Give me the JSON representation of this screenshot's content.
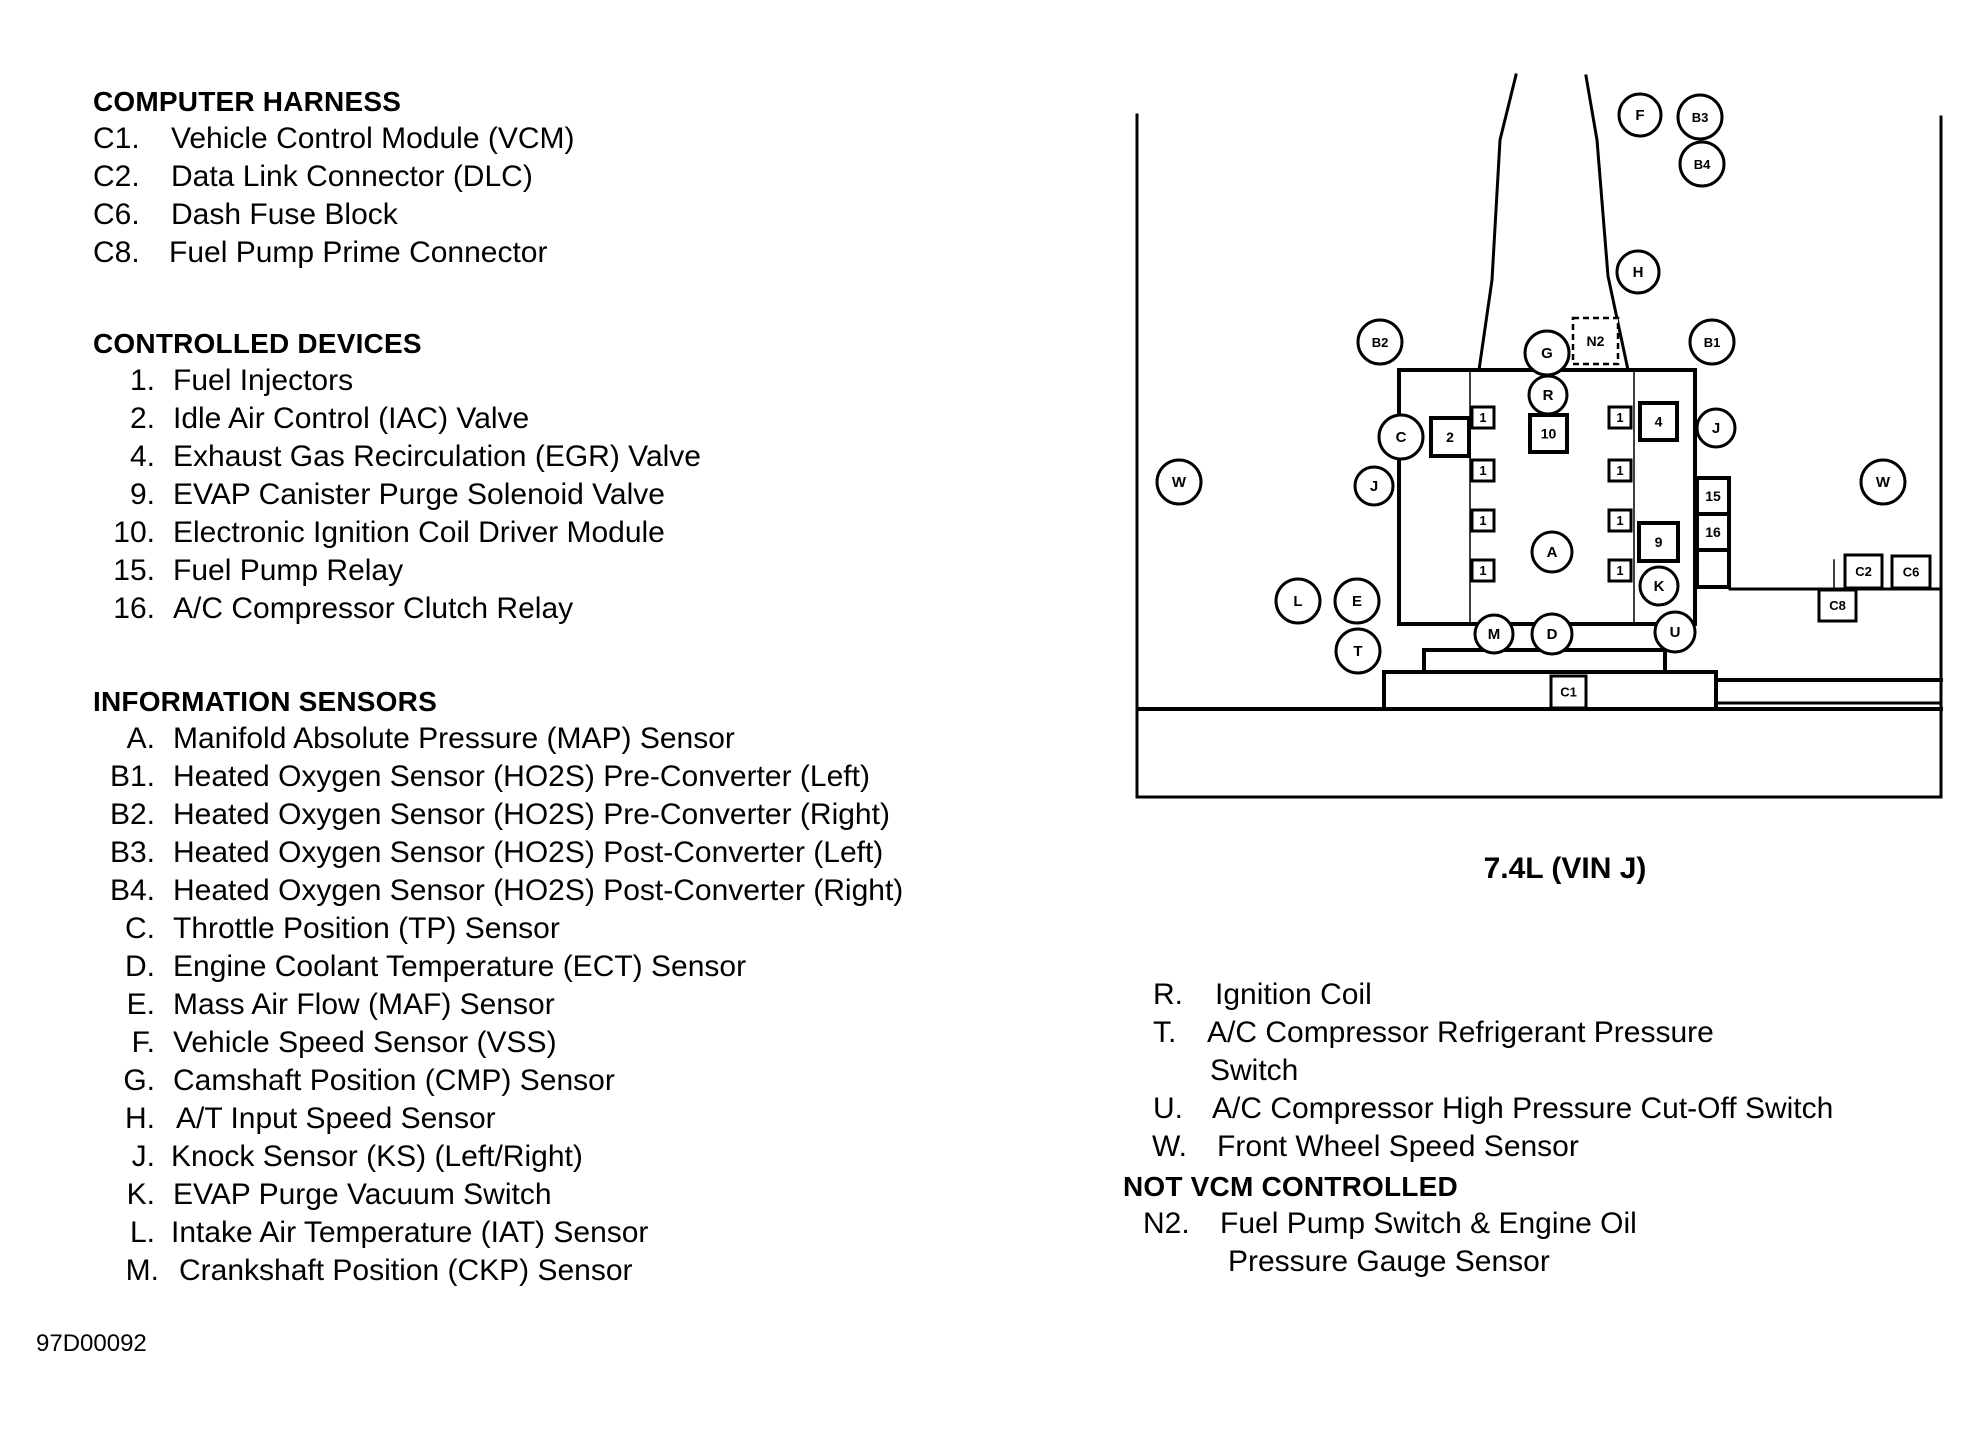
{
  "footer_code": "97D00092",
  "diagram": {
    "title": "7.4L (VIN J)",
    "circle_markers": [
      {
        "id": "F",
        "label": "F"
      },
      {
        "id": "B3",
        "label": "B3"
      },
      {
        "id": "B4",
        "label": "B4"
      },
      {
        "id": "H",
        "label": "H"
      },
      {
        "id": "B2",
        "label": "B2"
      },
      {
        "id": "G",
        "label": "G"
      },
      {
        "id": "B1",
        "label": "B1"
      },
      {
        "id": "R",
        "label": "R"
      },
      {
        "id": "C",
        "label": "C"
      },
      {
        "id": "J-right",
        "label": "J"
      },
      {
        "id": "J-left",
        "label": "J"
      },
      {
        "id": "W-left",
        "label": "W"
      },
      {
        "id": "W-right",
        "label": "W"
      },
      {
        "id": "A",
        "label": "A"
      },
      {
        "id": "K",
        "label": "K"
      },
      {
        "id": "L",
        "label": "L"
      },
      {
        "id": "E",
        "label": "E"
      },
      {
        "id": "T",
        "label": "T"
      },
      {
        "id": "M",
        "label": "M"
      },
      {
        "id": "D",
        "label": "D"
      },
      {
        "id": "U",
        "label": "U"
      }
    ],
    "box_markers": [
      {
        "id": "N2",
        "label": "N2",
        "dashed": true
      },
      {
        "id": "2",
        "label": "2"
      },
      {
        "id": "10",
        "label": "10"
      },
      {
        "id": "4",
        "label": "4"
      },
      {
        "id": "9",
        "label": "9"
      },
      {
        "id": "15",
        "label": "15"
      },
      {
        "id": "16",
        "label": "16"
      },
      {
        "id": "C1",
        "label": "C1"
      },
      {
        "id": "C2",
        "label": "C2"
      },
      {
        "id": "C6",
        "label": "C6"
      },
      {
        "id": "C8",
        "label": "C8"
      },
      {
        "id": "inj-1",
        "label": "1"
      },
      {
        "id": "inj-2",
        "label": "1"
      },
      {
        "id": "inj-3",
        "label": "1"
      },
      {
        "id": "inj-4",
        "label": "1"
      },
      {
        "id": "inj-5",
        "label": "1"
      },
      {
        "id": "inj-6",
        "label": "1"
      },
      {
        "id": "inj-7",
        "label": "1"
      },
      {
        "id": "inj-8",
        "label": "1"
      }
    ]
  },
  "legend_left": {
    "computer_harness": {
      "title": "COMPUTER HARNESS",
      "items": [
        {
          "key": "C1.",
          "text": "Vehicle Control Module (VCM)"
        },
        {
          "key": "C2.",
          "text": "Data Link Connector (DLC)"
        },
        {
          "key": "C6.",
          "text": "Dash Fuse Block"
        },
        {
          "key": "C8.",
          "text": "Fuel Pump Prime Connector"
        }
      ]
    },
    "controlled_devices": {
      "title": "CONTROLLED DEVICES",
      "items": [
        {
          "key": "1.",
          "text": "Fuel Injectors"
        },
        {
          "key": "2.",
          "text": "Idle Air Control (IAC) Valve"
        },
        {
          "key": "4.",
          "text": "Exhaust Gas Recirculation (EGR) Valve"
        },
        {
          "key": "9.",
          "text": "EVAP Canister Purge Solenoid Valve"
        },
        {
          "key": "10.",
          "text": "Electronic Ignition Coil Driver Module"
        },
        {
          "key": "15.",
          "text": "Fuel Pump Relay"
        },
        {
          "key": "16.",
          "text": "A/C Compressor Clutch Relay"
        }
      ]
    },
    "information_sensors": {
      "title": "INFORMATION SENSORS",
      "items": [
        {
          "key": "A.",
          "text": "Manifold Absolute Pressure (MAP) Sensor"
        },
        {
          "key": "B1.",
          "text": "Heated Oxygen Sensor (HO2S) Pre-Converter (Left)"
        },
        {
          "key": "B2.",
          "text": "Heated Oxygen Sensor (HO2S) Pre-Converter (Right)"
        },
        {
          "key": "B3.",
          "text": "Heated Oxygen Sensor (HO2S) Post-Converter (Left)"
        },
        {
          "key": "B4.",
          "text": "Heated Oxygen Sensor (HO2S) Post-Converter (Right)"
        },
        {
          "key": "C.",
          "text": "Throttle Position (TP) Sensor"
        },
        {
          "key": "D.",
          "text": "Engine Coolant Temperature (ECT) Sensor"
        },
        {
          "key": "E.",
          "text": "Mass Air Flow (MAF) Sensor"
        },
        {
          "key": "F.",
          "text": "Vehicle Speed Sensor (VSS)"
        },
        {
          "key": "G.",
          "text": "Camshaft Position (CMP) Sensor"
        },
        {
          "key": "H.",
          "text": "A/T Input Speed Sensor"
        },
        {
          "key": "J.",
          "text": "Knock Sensor (KS) (Left/Right)"
        },
        {
          "key": "K.",
          "text": "EVAP Purge Vacuum Switch"
        },
        {
          "key": "L.",
          "text": "Intake Air Temperature (IAT) Sensor"
        },
        {
          "key": "M.",
          "text": "Crankshaft Position (CKP) Sensor"
        }
      ]
    }
  },
  "legend_right": {
    "items": [
      {
        "key": "R.",
        "text": "Ignition Coil"
      },
      {
        "key": "T.",
        "text": "A/C Compressor Refrigerant Pressure",
        "cont": "Switch"
      },
      {
        "key": "U.",
        "text": "A/C Compressor High Pressure Cut-Off Switch"
      },
      {
        "key": "W.",
        "text": "Front Wheel Speed Sensor"
      }
    ],
    "not_vcm": {
      "title": "NOT VCM CONTROLLED",
      "items": [
        {
          "key": "N2.",
          "text": "Fuel Pump Switch & Engine Oil",
          "cont": "Pressure Gauge Sensor"
        }
      ]
    }
  }
}
